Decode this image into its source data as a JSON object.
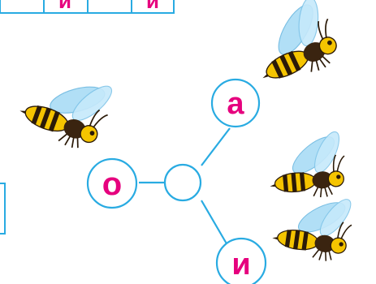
{
  "colors": {
    "accent": "#e6007e",
    "line": "#29abe2",
    "wasp_yellow": "#f7c600",
    "wasp_black": "#2b1a08",
    "wing_blue": "#9fd3f2"
  },
  "letters": {
    "o": "о",
    "a": "а",
    "i": "и"
  },
  "top_row": [
    "и",
    "и"
  ],
  "icons": [
    "wasp-icon",
    "wasp-icon",
    "wasp-icon",
    "wasp-icon"
  ]
}
